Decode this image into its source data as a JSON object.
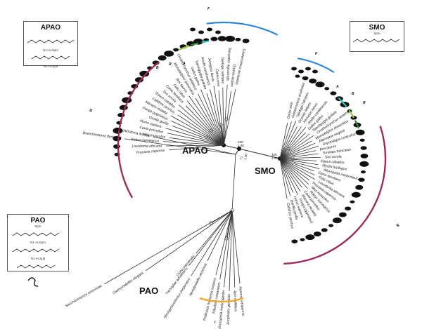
{
  "clades": {
    "apao": "APAO",
    "smo": "SMO",
    "pao": "PAO"
  },
  "boxes": {
    "apao": {
      "title": "APAO",
      "mol1": "N1-AcSpm",
      "mol2": "N1-AcSpd"
    },
    "smo": {
      "title": "SMO",
      "mol1": "Spm"
    },
    "pao": {
      "title": "PAO",
      "mol1": "Spm",
      "mol2": "N1-AcSpm",
      "mol3": "N1-AcSpd"
    }
  },
  "group_letters": {
    "apao_F": "F",
    "apao_B": "B",
    "apao_R": "R",
    "apao_A": "A",
    "apao_M": "M",
    "smo_F": "F",
    "smo_A": "A",
    "smo_B": "B",
    "smo_R": "R",
    "smo_M": "M",
    "pao_I": "I"
  },
  "bootstrap": [
    "100",
    "1.00",
    "100",
    "1.00",
    "71",
    "1.00"
  ],
  "colors": {
    "F": "#2e86d6",
    "A": "#2fc6b3",
    "B": "#8cc63f",
    "R": "#2e8b2e",
    "M": "#9c2b5e",
    "I": "#f5a623",
    "branch": "#333333"
  },
  "apao_leaves": [
    "Procavia capensis",
    "Loxodonta africana",
    "Rattus norvegicus",
    "Mus musculus",
    "Cavia porcellus",
    "Homo sapiens",
    "Gorilla gorilla",
    "Pongo pygmaeus",
    "Macaca mulatta",
    "Callithrix jacchus",
    "Equus caballus",
    "Sus scrofa",
    "Canis familiaris",
    "Felis catus",
    "Bos taurus",
    "Monodelphis domestica",
    "Ornithorhynchus anatinus",
    "Gallus gallus",
    "Taeniopygia guttata",
    "Anolis carolinensis",
    "Xenopus laevis",
    "Danio rerio",
    "Takifugu rubripes",
    "Tetraodon nigroviridis",
    "Oryzias latipes",
    "Gasterosteus aculeatus"
  ],
  "smo_leaves": [
    "Danio rerio",
    "Gasterosteus aculeatus",
    "Takifugu rubripes",
    "Oryzias latipes",
    "Xenopus laevis",
    "Anolis carolinensis",
    "Gallus gallus",
    "Taeniopygia guttata",
    "Ornithorhynchus anatinus",
    "Monodelphis domestica",
    "Macropus eugenii",
    "Oryctolagus cuniculus",
    "Bos taurus",
    "Tursiops truncatus",
    "Sus scrofa",
    "Equus caballus",
    "Myotis lucifugus",
    "Ailuropoda melanoleuca",
    "Canis familiaris",
    "Felis catus",
    "Loxodonta africana",
    "Procavia capensis",
    "Mus musculus",
    "Rattus norvegicus",
    "Cavia porcellus",
    "Macaca mulatta",
    "Pongo pygmaeus",
    "Homo sapiens",
    "Gorilla gorilla",
    "Callithrix jacchus"
  ],
  "pao_leaves": [
    "Branchiostoma floridae 2",
    "Branchiostoma floridae",
    "Ciona intestinalis",
    "Trichoplax adhaerens",
    "Strongylocentrotus purpuratus",
    "Nematostella vectensis",
    "Pediculus humanus corporis",
    "Tribolium castaneum",
    "Drosophila melanogaster",
    "Anopheles gambiae",
    "Apis mellifera",
    "Nasonia vitripennis",
    "Caenorhabditis elegans",
    "Saccharomyces cerevisiae"
  ]
}
